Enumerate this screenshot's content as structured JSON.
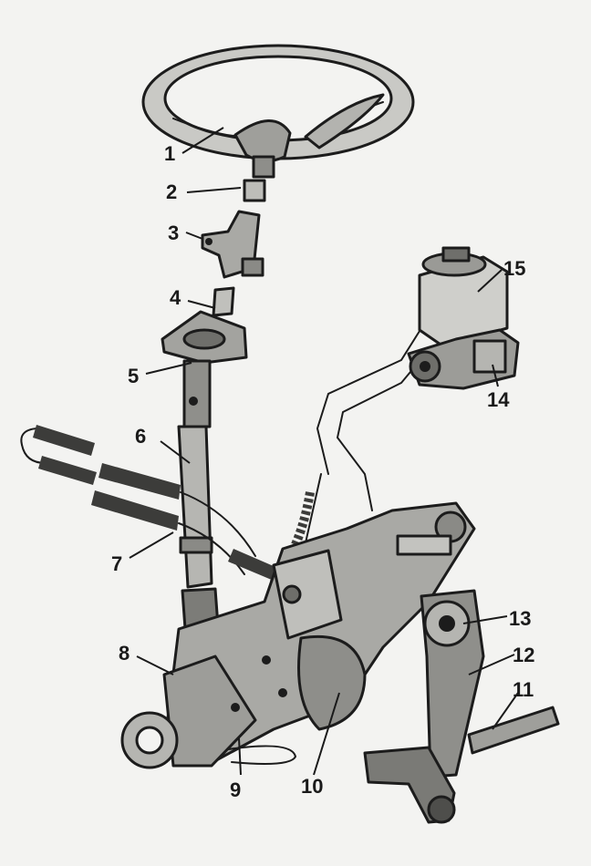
{
  "callouts": [
    {
      "id": "c1",
      "label": "1"
    },
    {
      "id": "c2",
      "label": "2"
    },
    {
      "id": "c3",
      "label": "3"
    },
    {
      "id": "c4",
      "label": "4"
    },
    {
      "id": "c5",
      "label": "5"
    },
    {
      "id": "c6",
      "label": "6"
    },
    {
      "id": "c7",
      "label": "7"
    },
    {
      "id": "c8",
      "label": "8"
    },
    {
      "id": "c9",
      "label": "9"
    },
    {
      "id": "c10",
      "label": "10"
    },
    {
      "id": "c11",
      "label": "11"
    },
    {
      "id": "c12",
      "label": "12"
    },
    {
      "id": "c13",
      "label": "13"
    },
    {
      "id": "c14",
      "label": "14"
    },
    {
      "id": "c15",
      "label": "15"
    }
  ],
  "colors": {
    "background": "#f3f3f1",
    "ink": "#1c1c1c",
    "metal_light": "#d4d4d0",
    "metal_mid": "#a6a6a2",
    "metal_dark": "#6e6e6a"
  }
}
